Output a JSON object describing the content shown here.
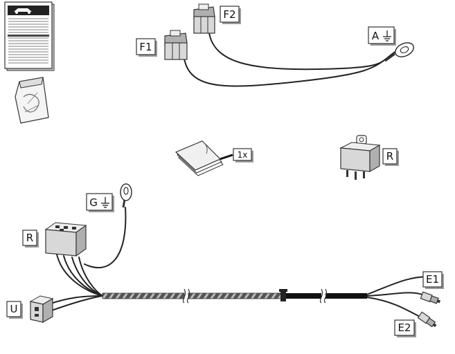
{
  "labels": {
    "f1": "F1",
    "f2": "F2",
    "a": "A",
    "count": "1x",
    "r_top": "R",
    "g": "G",
    "r_left": "R",
    "u": "U",
    "e1": "E1",
    "e2": "E2"
  },
  "icons": {
    "ground": "ground-symbol-icon"
  }
}
